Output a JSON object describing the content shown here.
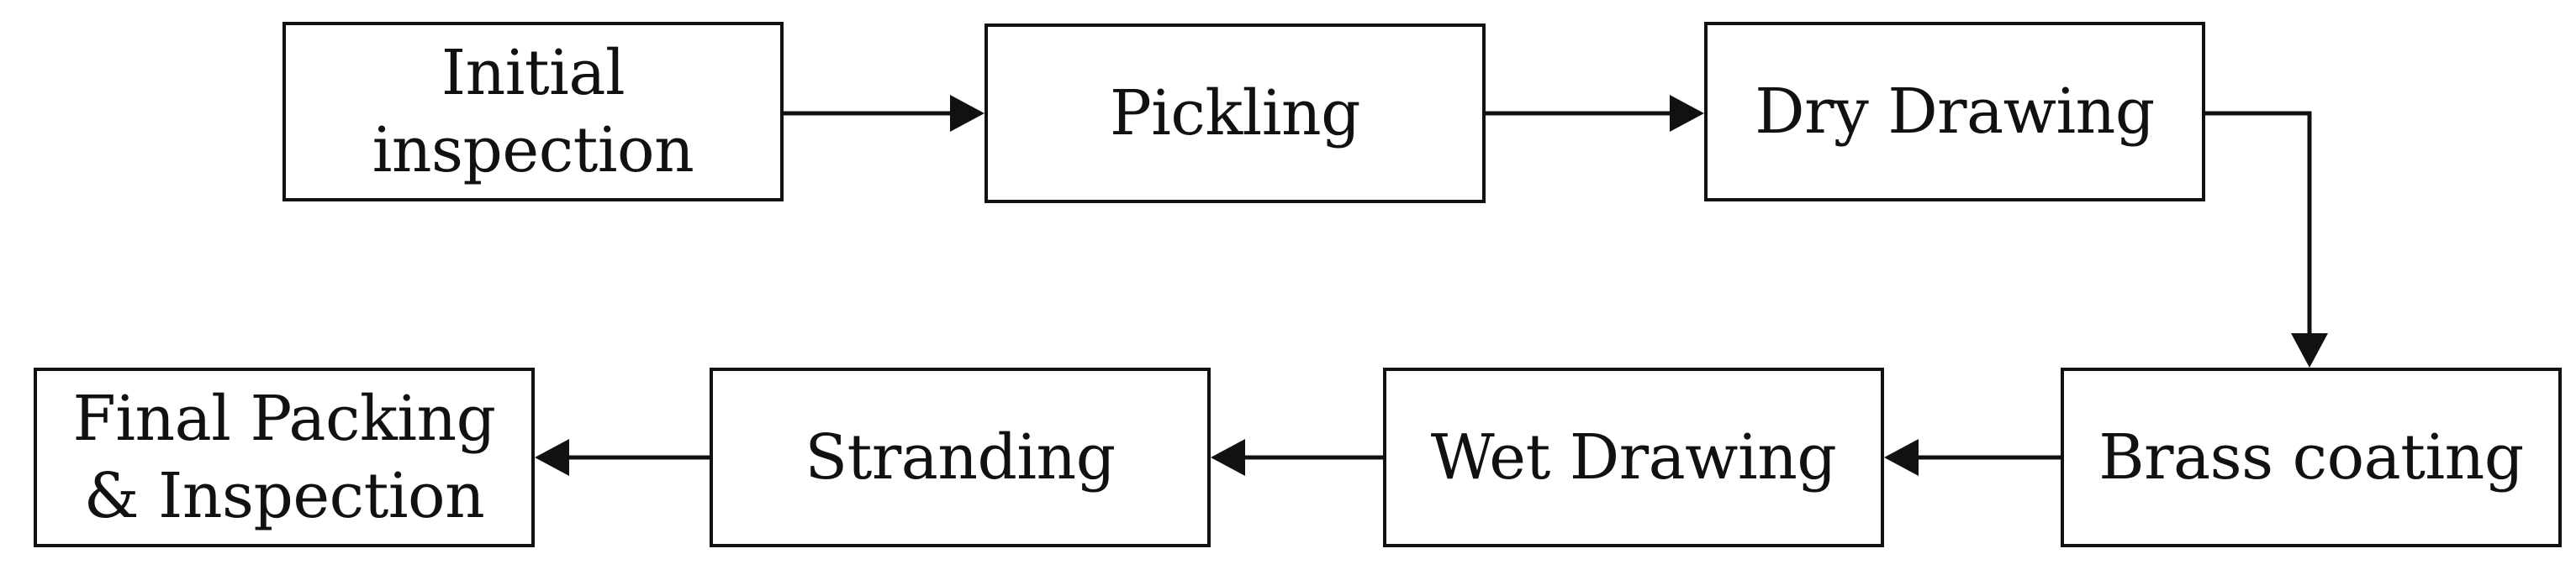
{
  "diagram": {
    "steps": [
      {
        "label": "Initial\ninspection"
      },
      {
        "label": "Pickling"
      },
      {
        "label": "Dry Drawing"
      },
      {
        "label": "Brass coating"
      },
      {
        "label": "Wet Drawing"
      },
      {
        "label": "Stranding"
      },
      {
        "label": "Final Packing\n& Inspection"
      }
    ]
  },
  "colors": {
    "stroke": "#111111",
    "background": "#ffffff"
  }
}
